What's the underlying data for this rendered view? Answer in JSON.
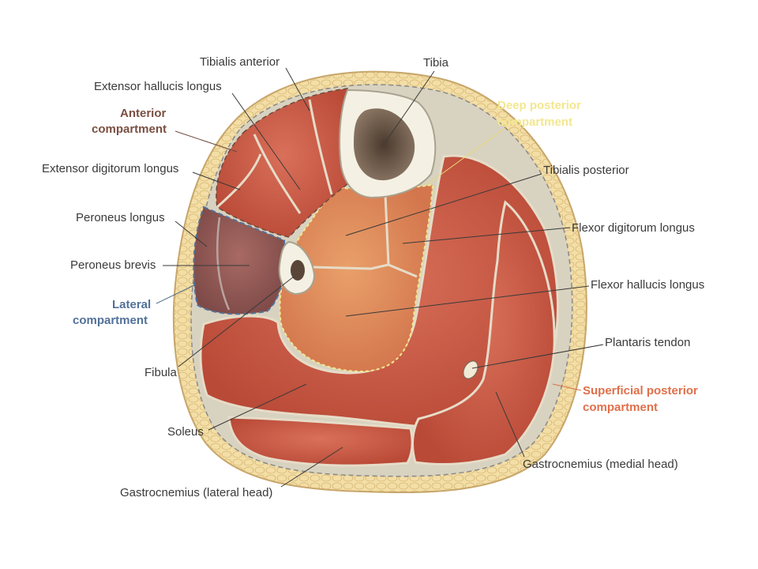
{
  "colors": {
    "anterior_compartment": "#7a4f42",
    "lateral_compartment": "#52719a",
    "superficial_posterior_compartment": "#e0704a",
    "deep_posterior_compartment": "#f3e78e",
    "fat": "#f2dca0",
    "muscle": "#c85a45",
    "bone": "#f2efe2"
  },
  "labels": {
    "tibialis_anterior": "Tibialis anterior",
    "tibia": "Tibia",
    "extensor_hallucis_longus": "Extensor hallucis longus",
    "anterior_compartment_line1": "Anterior",
    "anterior_compartment_line2": "compartment",
    "deep_posterior_line1": "Deep posterior",
    "deep_posterior_line2": "compartment",
    "extensor_digitorum_longus": "Extensor digitorum longus",
    "tibialis_posterior": "Tibialis posterior",
    "peroneus_longus": "Peroneus longus",
    "flexor_digitorum_longus": "Flexor digitorum longus",
    "peroneus_brevis": "Peroneus brevis",
    "flexor_hallucis_longus": "Flexor hallucis longus",
    "lateral_compartment_line1": "Lateral",
    "lateral_compartment_line2": "compartment",
    "plantaris_tendon": "Plantaris tendon",
    "fibula": "Fibula",
    "superficial_posterior_line1": "Superficial posterior",
    "superficial_posterior_line2": "compartment",
    "soleus": "Soleus",
    "gastrocnemius_medial": "Gastrocnemius (medial head)",
    "gastrocnemius_lateral": "Gastrocnemius (lateral head)"
  }
}
